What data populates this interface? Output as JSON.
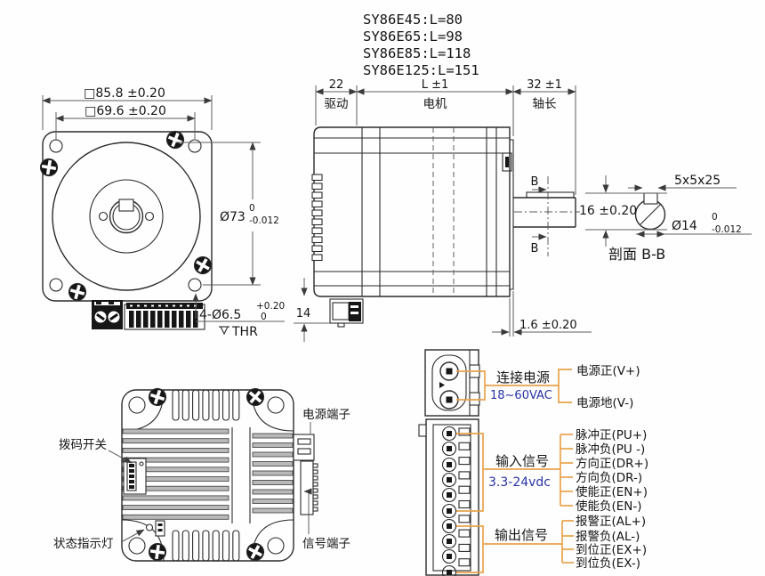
{
  "colors": {
    "accent_orange": "#e8a24b",
    "value_blue": "#2832a6",
    "line_dark": "#2b2b2b"
  },
  "title_block": {
    "models": [
      "SY86E45:L=80",
      "SY86E65:L=98",
      "SY86E85:L=118",
      "SY86E125:L=151"
    ]
  },
  "front_view": {
    "dim_width_outer": "□85.8 ±0.20",
    "dim_width_inner": "□69.6 ±0.20",
    "dim_pilot": {
      "label": "Ø73",
      "tol_top": "0",
      "tol_bottom": "-0.012"
    },
    "dim_holes": {
      "label": "4-Ø6.5",
      "tol_top": "+0.20",
      "tol_bottom": "0"
    },
    "thread_note": "THR"
  },
  "side_view": {
    "dim_driver": {
      "value": "22",
      "label": "驱动"
    },
    "dim_motor": {
      "value": "L ±1",
      "label": "电机"
    },
    "dim_shaft": {
      "value": "32 ±1",
      "label": "轴长"
    },
    "dim_connector_height": "14",
    "dim_boss": "1.6 ±0.20",
    "section_mark": "B"
  },
  "section_view": {
    "key_spec": "5x5x25",
    "dim_height": "16 ±0.20",
    "dim_shaft_dia": {
      "label": "Ø14",
      "tol_top": "0",
      "tol_bottom": "-0.012"
    },
    "caption": "剖面 B-B"
  },
  "driver_view": {
    "labels": {
      "dip_switch": "拨码开关",
      "status_led": "状态指示灯",
      "power_terminal": "电源端子",
      "signal_terminal": "信号端子"
    }
  },
  "wiring": {
    "power": {
      "title": "连接电源",
      "spec": "18~60VAC",
      "pins": [
        "电源正(V+)",
        "电源地(V-)"
      ]
    },
    "input": {
      "title": "输入信号",
      "spec": "3.3-24vdc",
      "pins": [
        "脉冲正(PU+)",
        "脉冲负(PU -)",
        "方向正(DR+)",
        "方向负(DR-)",
        "使能正(EN+)",
        "使能负(EN-)"
      ]
    },
    "output": {
      "title": "输出信号",
      "pins": [
        "报警正(AL+)",
        "报警负(AL-)",
        "到位正(EX+)",
        "到位负(EX-)"
      ]
    }
  }
}
